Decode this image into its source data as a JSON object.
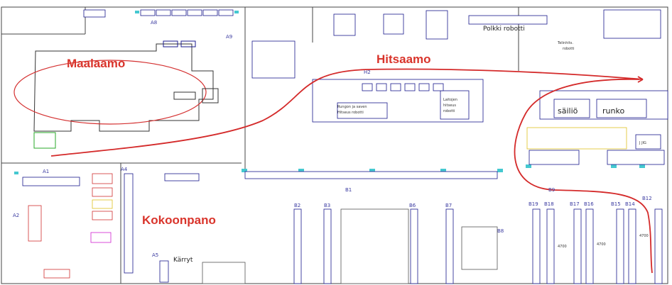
{
  "zones": {
    "maalaamo": "Maalaamo",
    "hitsaamo": "Hitsaamo",
    "kokoonpano": "Kokoonpano"
  },
  "area_labels": {
    "a8": "A8",
    "a9": "A9",
    "h2": "H2",
    "a1": "A1",
    "a2": "A2",
    "a4": "A4",
    "a5": "A5",
    "b1": "B1",
    "b2": "B2",
    "b3": "B3",
    "b6": "B6",
    "b7": "B7",
    "b8": "B8",
    "b9": "B9",
    "b19": "B19",
    "b18": "B18",
    "b17": "B17",
    "b16": "B16",
    "b15": "B15",
    "b14": "B14",
    "b12": "B12"
  },
  "station_labels": {
    "polkki_robotti": "Polkki robotti",
    "telinhits_robotti": "Telinhits. robotti",
    "rungon_hitseus": "Rungon ja saven Hitseus robotti",
    "laitojen_hitseus": "Laitojen hitseus robotti",
    "sailio": "säiliö",
    "runko": "runko",
    "jig": "J JIG",
    "karryt": "Kärryt",
    "dim_4700_a": "4700",
    "dim_4700_b": "4700",
    "dim_4700_c": "4700"
  },
  "colors": {
    "zone_text": "#d9342b",
    "arrow": "#d42a2a",
    "machine_outline": "#1a1a8c",
    "machine_fill": "#ffffff",
    "conveyor": "#44c8d0"
  }
}
